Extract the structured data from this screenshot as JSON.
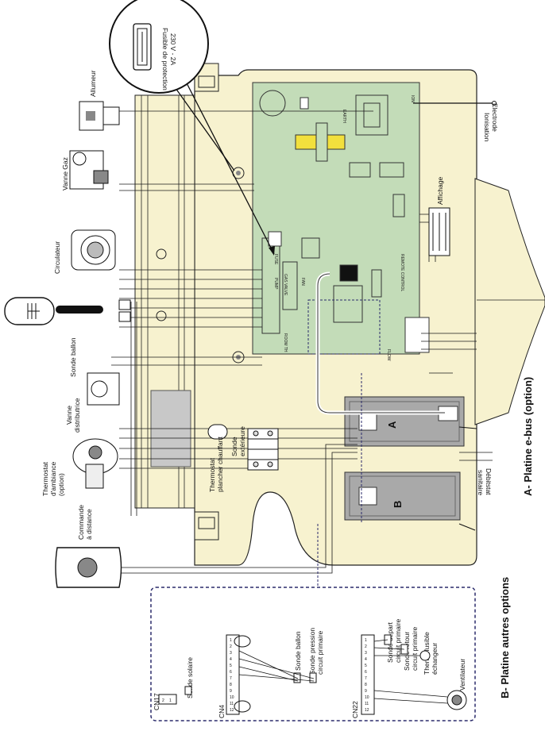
{
  "fuse": {
    "line1": "Fusible de protection",
    "line2": "230 V - 2A"
  },
  "components": {
    "allumeur": "Allumeur",
    "vanne_gaz": "Vanne Gaz",
    "circulateur": "Circulateur",
    "sonde_ballon": "Sonde ballon",
    "vanne_distributrice": [
      "Vanne",
      "distributrice"
    ],
    "thermostat_ambiance": [
      "Thermostat",
      "d'ambiance",
      "(option)"
    ],
    "commande_distance": [
      "Commande",
      "à distance"
    ],
    "thermostat_plancher": [
      "Thermostat",
      "plancher chauffant"
    ],
    "sonde_exterieure": [
      "Sonde",
      "extérieure"
    ],
    "electrode_ionisation": [
      "Electrode",
      "Ionisation"
    ],
    "affichage": "Affichage",
    "debitstat_sanitaire": [
      "Débitstat",
      "sanitaire"
    ]
  },
  "boards": {
    "platine_a": "A- Platine e-bus (option)",
    "platine_b": "B- Platine autres options",
    "marker_a": "A",
    "marker_b": "B"
  },
  "pcb_labels": {
    "earth": "EARTH",
    "fan": "FAN",
    "remote_control": "REMOTE CONTROL",
    "fuse_label": "FUSE",
    "room_th": "ROOM TH",
    "pump": "PUMP",
    "gas_valve": "GAS VALVE",
    "flow": "FLOW",
    "ion": "ION"
  },
  "detail": {
    "cn17": "CN17",
    "cn4": "CN4",
    "cn22": "CN22",
    "cn17_pins": [
      "2",
      "1"
    ],
    "cn4_pins": [
      "12",
      "11",
      "10",
      "9",
      "8",
      "7",
      "6",
      "5",
      "4",
      "3",
      "2",
      "1"
    ],
    "cn22_pins": [
      "12",
      "11",
      "10",
      "9",
      "8",
      "7",
      "6",
      "5",
      "4",
      "3",
      "2",
      "1"
    ],
    "sonde_solaire": "Sonde solaire",
    "sonde_ballon": "Sonde ballon",
    "sonde_pression": [
      "Sonde pression",
      "circuit primaire"
    ],
    "sonde_depart": [
      "Sonde départ",
      "circuit primaire"
    ],
    "sonde_retour": [
      "Sonde retour",
      "circuit primaire"
    ],
    "thermofusible": [
      "Thermofusible",
      "échangeur"
    ],
    "ventilateur": "Ventilateur"
  },
  "colors": {
    "housing": "#f7f2cf",
    "pcb": "#c3dcb8",
    "option_board": "#a9a9a9",
    "terminal_yellow": "#f2e03d",
    "wire": "#1a1a1a"
  }
}
